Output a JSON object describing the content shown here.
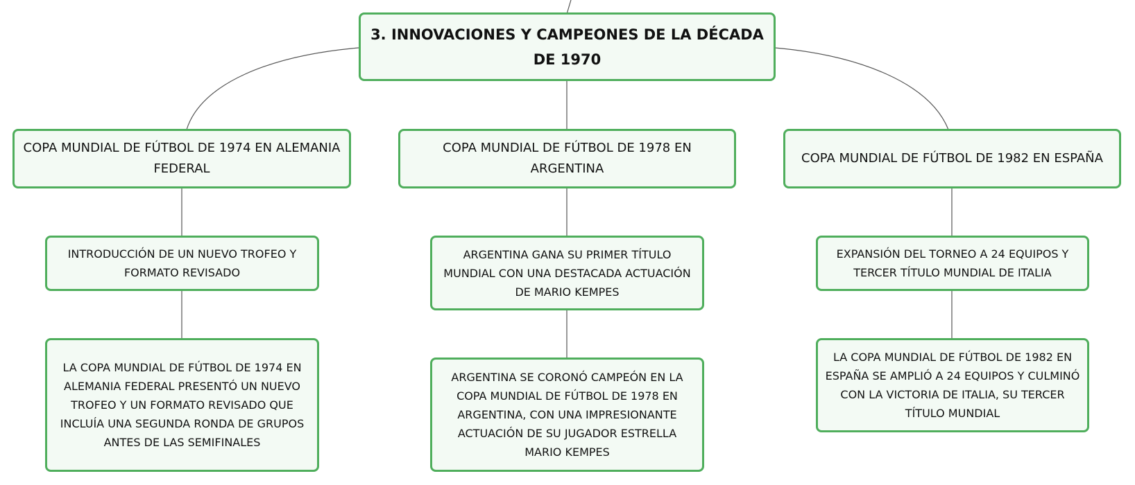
{
  "colors": {
    "node_border": "#4fae5c",
    "node_fill": "#f3faf4",
    "connector": "#555555",
    "text": "#111111"
  },
  "root": {
    "text": "3. INNOVACIONES Y CAMPEONES DE LA DÉCADA DE 1970"
  },
  "branches": [
    {
      "title": "COPA MUNDIAL DE FÚTBOL DE 1974 EN ALEMANIA FEDERAL",
      "summary": "INTRODUCCIÓN DE UN NUEVO TROFEO Y FORMATO REVISADO",
      "detail": "LA COPA MUNDIAL DE FÚTBOL DE 1974 EN ALEMANIA FEDERAL PRESENTÓ UN NUEVO TROFEO Y UN FORMATO REVISADO QUE INCLUÍA UNA SEGUNDA RONDA DE GRUPOS ANTES DE LAS SEMIFINALES"
    },
    {
      "title": "COPA MUNDIAL DE FÚTBOL DE 1978 EN ARGENTINA",
      "summary": "ARGENTINA GANA SU PRIMER TÍTULO MUNDIAL CON UNA DESTACADA ACTUACIÓN DE MARIO KEMPES",
      "detail": "ARGENTINA SE CORONÓ CAMPEÓN EN LA COPA MUNDIAL DE FÚTBOL DE 1978 EN ARGENTINA, CON UNA IMPRESIONANTE ACTUACIÓN DE SU JUGADOR ESTRELLA MARIO KEMPES"
    },
    {
      "title": "COPA MUNDIAL DE FÚTBOL DE 1982 EN ESPAÑA",
      "summary": "EXPANSIÓN DEL TORNEO A 24 EQUIPOS Y TERCER TÍTULO MUNDIAL DE ITALIA",
      "detail": "LA COPA MUNDIAL DE FÚTBOL DE 1982 EN ESPAÑA SE AMPLIÓ A 24 EQUIPOS Y CULMINÓ CON LA VICTORIA DE ITALIA, SU TERCER TÍTULO MUNDIAL"
    }
  ]
}
